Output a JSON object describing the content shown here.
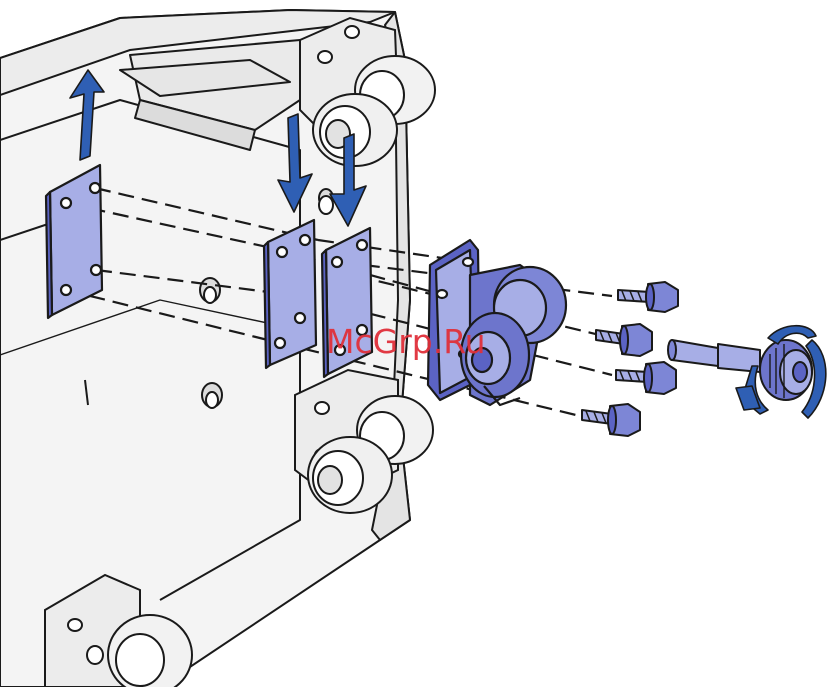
{
  "illustration": {
    "palette": {
      "outline": "#1a1a1a",
      "part_fill": "#a7aee6",
      "part_dark": "#5b63c4",
      "arrow": "#2f5fb4",
      "body_fill": "#f2f2f2",
      "watermark": "#e0303a"
    },
    "icons": [
      "up-arrow-icon",
      "down-arrow-icon",
      "rotate-arrow-icon"
    ],
    "parts": [
      "spacer-plate",
      "caster-assembly",
      "screw",
      "axle-pin",
      "caster-wheel"
    ]
  },
  "watermark": {
    "text": "McGrp.Ru"
  }
}
